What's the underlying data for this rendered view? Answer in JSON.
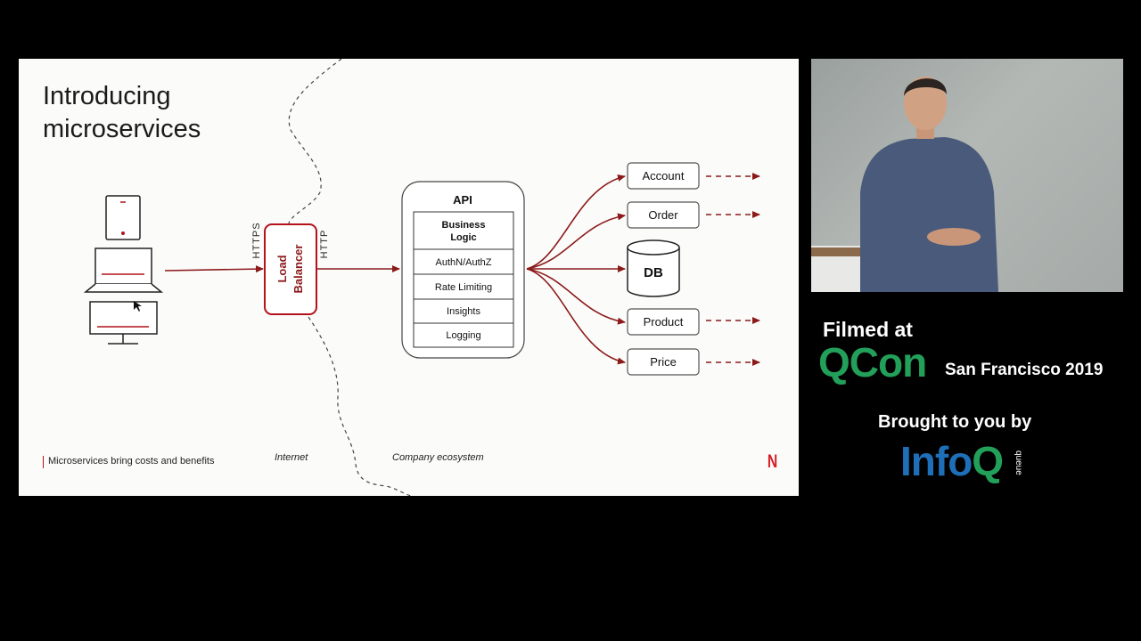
{
  "slide": {
    "title_line1": "Introducing",
    "title_line2": "microservices",
    "footer": "Microservices bring costs and benefits",
    "zone_internet": "Internet",
    "zone_company": "Company ecosystem",
    "logo_letter": "N"
  },
  "diagram": {
    "label_https": "HTTPS",
    "label_http": "HTTP",
    "load_balancer_line1": "Load",
    "load_balancer_line2": "Balancer",
    "api_title": "API",
    "api_layers": [
      "Business",
      "Logic",
      "AuthN/AuthZ",
      "Rate Limiting",
      "Insights",
      "Logging"
    ],
    "services": [
      "Account",
      "Order",
      "Product",
      "Price"
    ],
    "database": "DB"
  },
  "overlay": {
    "filmed_at": "Filmed at",
    "qcon": "QCon",
    "event": "San Francisco 2019",
    "brought_by": "Brought to you by",
    "infoq_info": "Info",
    "infoq_q": "Q",
    "queue": "queue"
  },
  "colors": {
    "accent_red": "#b3121c",
    "qcon_green": "#22a05a",
    "infoq_blue": "#1e6fb8"
  }
}
